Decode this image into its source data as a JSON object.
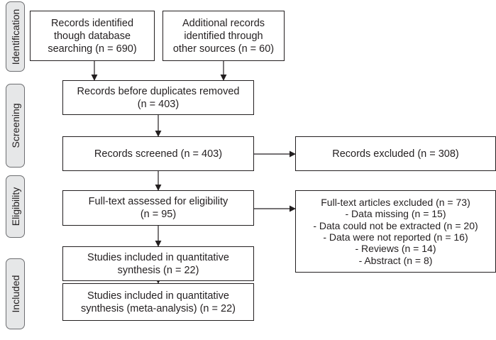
{
  "stages": [
    {
      "key": "identification",
      "label": "Identification"
    },
    {
      "key": "screening",
      "label": "Screening"
    },
    {
      "key": "eligibility",
      "label": "Eligibility"
    },
    {
      "key": "included",
      "label": "Included"
    }
  ],
  "boxes": {
    "database_records": [
      "Records identified",
      "though database",
      "searching (n = 690)"
    ],
    "other_records": [
      "Additional records",
      "identified through",
      "other sources (n = 60)"
    ],
    "before_duplicates": [
      "Records before duplicates removed",
      "(n = 403)"
    ],
    "screened": [
      "Records screened (n = 403)"
    ],
    "excluded": [
      "Records excluded (n = 308)"
    ],
    "full_text": [
      "Full-text assessed for eligibility",
      "(n = 95)"
    ],
    "full_text_excluded": [
      "Full-text articles excluded (n = 73)",
      "- Data missing (n = 15)",
      "- Data could not be extracted (n = 20)",
      "- Data were not reported (n = 16)",
      "- Reviews (n = 14)",
      "- Abstract (n = 8)"
    ],
    "quantitative": [
      "Studies included in quantitative",
      "synthesis (n = 22)"
    ],
    "meta_analysis": [
      "Studies included in quantitative",
      "synthesis (meta-analysis) (n = 22)"
    ]
  },
  "colors": {
    "line": "#231f20",
    "stage_fill": "#e6e7e8",
    "stage_border": "#6d6e71"
  }
}
